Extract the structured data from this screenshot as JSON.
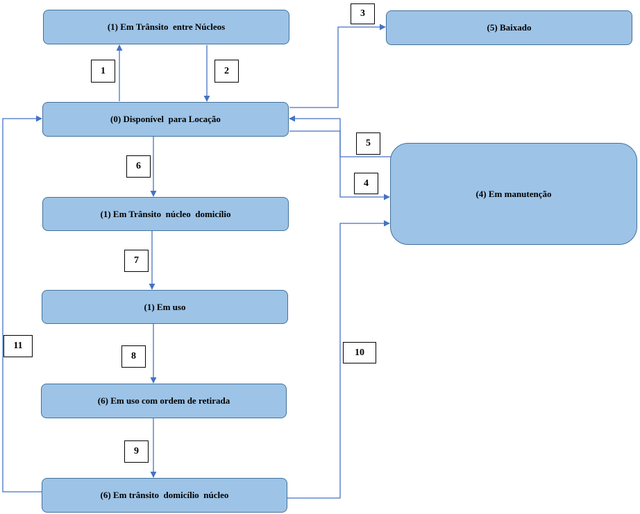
{
  "diagram": {
    "line_color": "#4472c4",
    "node_fill": "#9dc3e6",
    "nodes": {
      "transit_nuclei": "(1) Em Trânsito  entre Núcleos",
      "baixado": "(5) Baixado",
      "disponivel": "(0) Disponível  para Locação",
      "manutencao": "(4) Em manutenção",
      "transit_domicilio": "(1) Em Trânsito  núcleo  domicílio",
      "em_uso": "(1) Em uso",
      "ordem_retirada": "(6) Em uso com ordem de retirada",
      "transito_nucleo": "(6) Em trânsito  domicílio  núcleo"
    },
    "labels": {
      "t1": "1",
      "t2": "2",
      "t3": "3",
      "t4": "4",
      "t5": "5",
      "t6": "6",
      "t7": "7",
      "t8": "8",
      "t9": "9",
      "t10": "10",
      "t11": "11"
    }
  }
}
